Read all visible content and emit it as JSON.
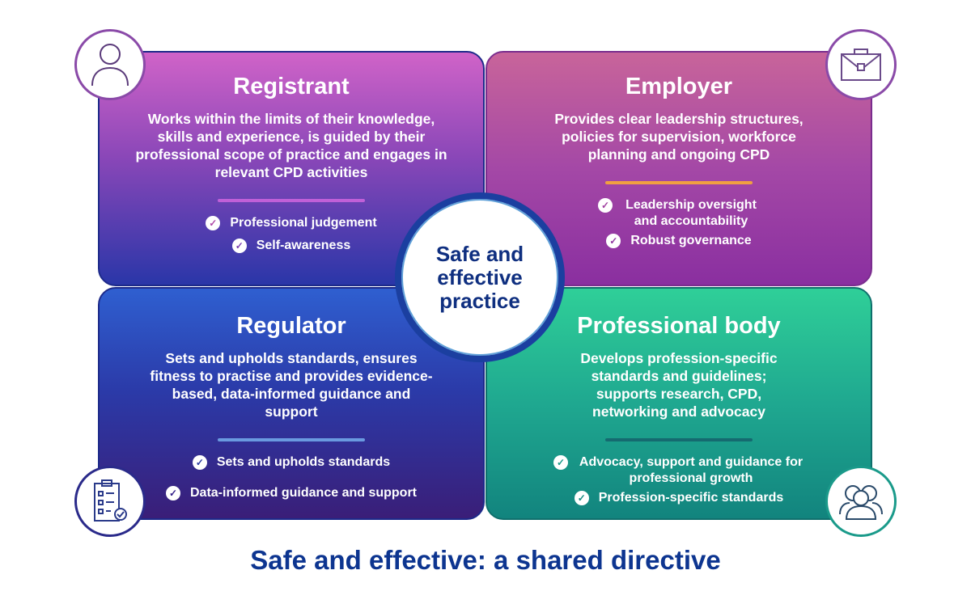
{
  "center_label": "Safe and effective practice",
  "footer_title": "Safe and effective: a shared directive",
  "cards": [
    {
      "title": "Registrant",
      "description": "Works within the limits of their knowledge, skills and experience, is guided by their professional scope of practice and engages in relevant CPD activities",
      "items": [
        "Professional judgement",
        "Self-awareness"
      ],
      "icon": "person-icon",
      "accent": "#c060d8"
    },
    {
      "title": "Employer",
      "description": "Provides clear leadership structures, policies for supervision, workforce planning and ongoing CPD",
      "items": [
        "Leadership oversight and accountability",
        "Robust governance"
      ],
      "icon": "briefcase-icon",
      "accent": "#f0a040"
    },
    {
      "title": "Regulator",
      "description": "Sets and upholds standards, ensures fitness to practise and provides evidence-based, data-informed guidance and support",
      "items": [
        "Sets and upholds standards",
        "Data-informed guidance and support"
      ],
      "icon": "clipboard-checklist-icon",
      "accent": "#6a9ae0"
    },
    {
      "title": "Professional body",
      "description": "Develops profession-specific standards and guidelines; supports research, CPD, networking and advocacy",
      "items": [
        "Advocacy, support and guidance for professional growth",
        "Profession-specific standards"
      ],
      "icon": "group-icon",
      "accent": "#156a70"
    }
  ]
}
